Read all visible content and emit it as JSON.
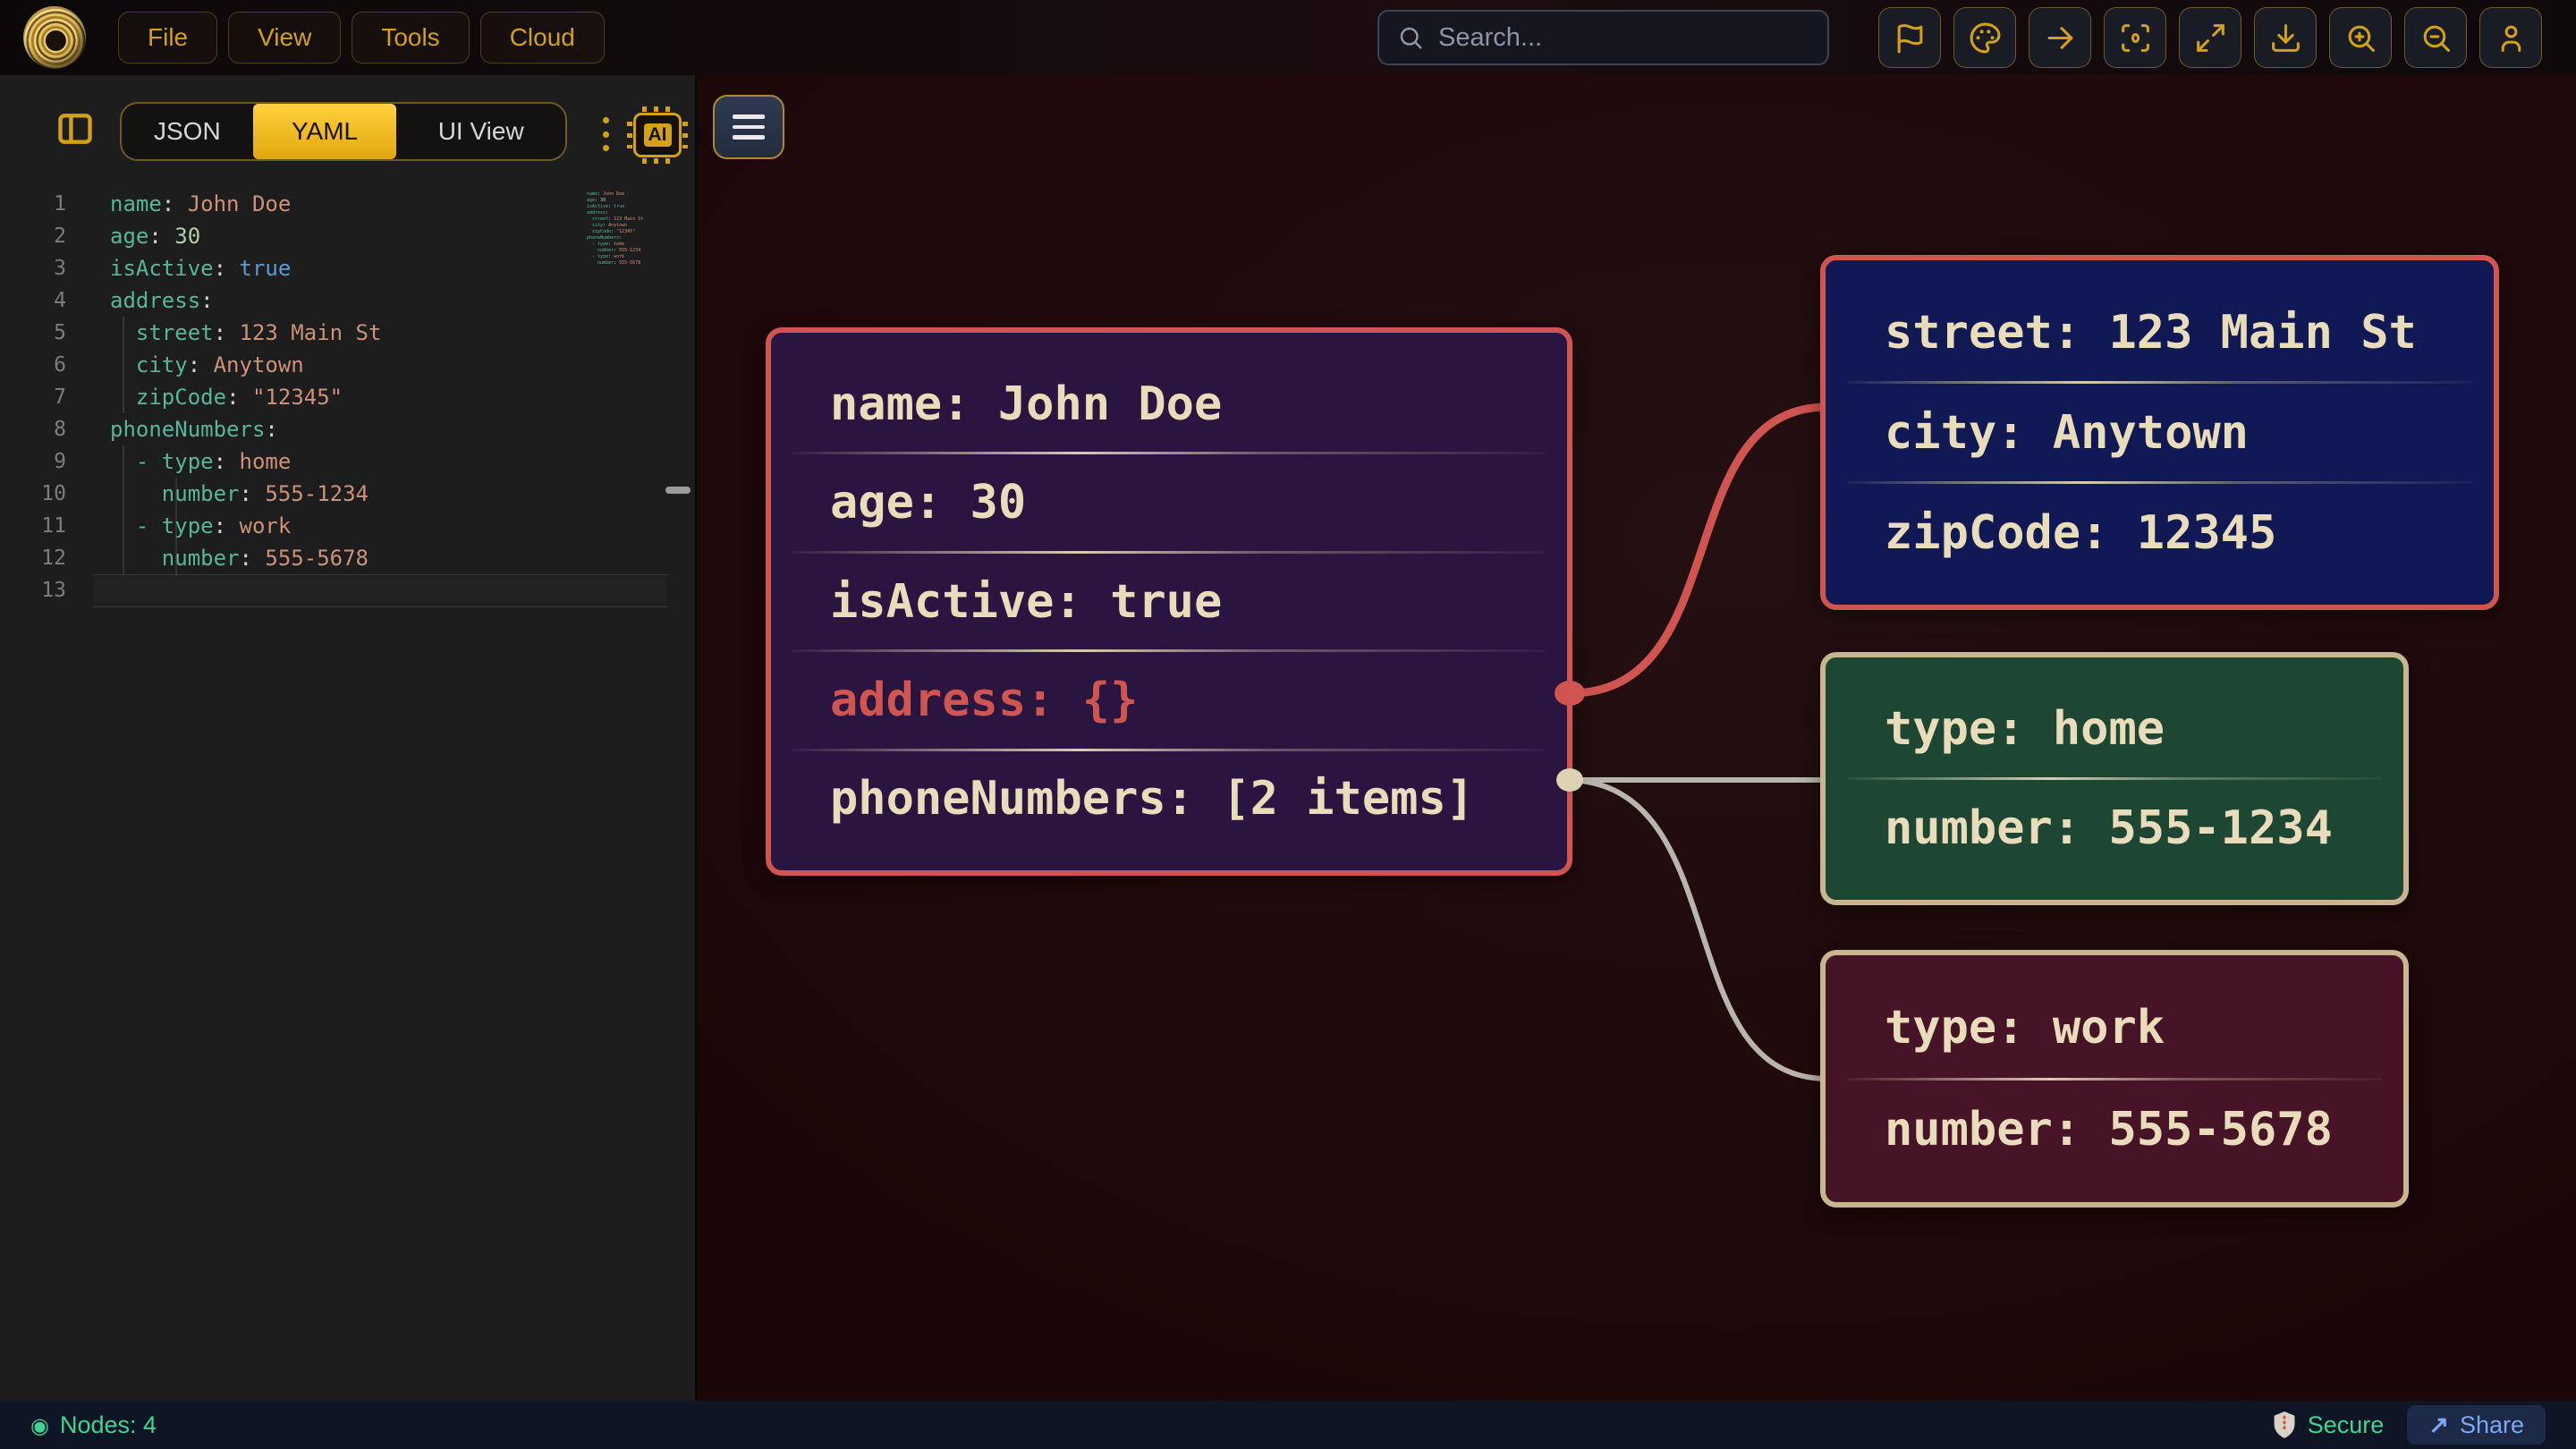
{
  "topbar": {
    "logo_icon": "gold-rings-logo",
    "menu": [
      {
        "label": "File"
      },
      {
        "label": "View"
      },
      {
        "label": "Tools"
      },
      {
        "label": "Cloud"
      }
    ],
    "search": {
      "placeholder": "Search...",
      "icon": "search-icon"
    },
    "actions": [
      {
        "name": "flag-icon"
      },
      {
        "name": "palette-icon"
      },
      {
        "name": "arrow-right-icon"
      },
      {
        "name": "focus-center-icon"
      },
      {
        "name": "expand-icon"
      },
      {
        "name": "download-icon"
      },
      {
        "name": "zoom-in-icon"
      },
      {
        "name": "zoom-out-icon"
      },
      {
        "name": "user-icon"
      }
    ]
  },
  "editor": {
    "panel_toggle_icon": "panel-left-icon",
    "menu_dots_icon": "kebab-menu-icon",
    "ai_label": "AI",
    "tabs": [
      {
        "label": "JSON",
        "active": false
      },
      {
        "label": "YAML",
        "active": true
      },
      {
        "label": "UI View",
        "active": false
      }
    ],
    "lines": [
      {
        "num": "1",
        "tokens": [
          [
            "key",
            "name"
          ],
          [
            "punct",
            ":"
          ],
          [
            "str",
            " John Doe"
          ]
        ]
      },
      {
        "num": "2",
        "tokens": [
          [
            "key",
            "age"
          ],
          [
            "punct",
            ":"
          ],
          [
            "num",
            " 30"
          ]
        ]
      },
      {
        "num": "3",
        "tokens": [
          [
            "key",
            "isActive"
          ],
          [
            "punct",
            ":"
          ],
          [
            "bool",
            " true"
          ]
        ]
      },
      {
        "num": "4",
        "tokens": [
          [
            "key",
            "address"
          ],
          [
            "punct",
            ":"
          ]
        ]
      },
      {
        "num": "5",
        "tokens": [
          [
            "punct",
            "  "
          ],
          [
            "key",
            "street"
          ],
          [
            "punct",
            ":"
          ],
          [
            "str",
            " 123 Main St"
          ]
        ]
      },
      {
        "num": "6",
        "tokens": [
          [
            "punct",
            "  "
          ],
          [
            "key",
            "city"
          ],
          [
            "punct",
            ":"
          ],
          [
            "str",
            " Anytown"
          ]
        ]
      },
      {
        "num": "7",
        "tokens": [
          [
            "punct",
            "  "
          ],
          [
            "key",
            "zipCode"
          ],
          [
            "punct",
            ":"
          ],
          [
            "str",
            " \"12345\""
          ]
        ]
      },
      {
        "num": "8",
        "tokens": [
          [
            "key",
            "phoneNumbers"
          ],
          [
            "punct",
            ":"
          ]
        ]
      },
      {
        "num": "9",
        "tokens": [
          [
            "punct",
            "  "
          ],
          [
            "key",
            "- type"
          ],
          [
            "punct",
            ":"
          ],
          [
            "str",
            " home"
          ]
        ]
      },
      {
        "num": "10",
        "tokens": [
          [
            "punct",
            "    "
          ],
          [
            "key",
            "number"
          ],
          [
            "punct",
            ":"
          ],
          [
            "str",
            " 555-1234"
          ]
        ]
      },
      {
        "num": "11",
        "tokens": [
          [
            "punct",
            "  "
          ],
          [
            "key",
            "- type"
          ],
          [
            "punct",
            ":"
          ],
          [
            "str",
            " work"
          ]
        ]
      },
      {
        "num": "12",
        "tokens": [
          [
            "punct",
            "    "
          ],
          [
            "key",
            "number"
          ],
          [
            "punct",
            ":"
          ],
          [
            "str",
            " 555-5678"
          ]
        ]
      },
      {
        "num": "13",
        "tokens": []
      }
    ]
  },
  "graph": {
    "nodes": [
      {
        "id": "root",
        "theme": "purple",
        "rows": [
          {
            "text": "name: John Doe"
          },
          {
            "text": "age: 30"
          },
          {
            "text": "isActive: true"
          },
          {
            "text": "address: {}",
            "accent": true
          },
          {
            "text": "phoneNumbers: [2 items]"
          }
        ]
      },
      {
        "id": "address",
        "theme": "blue",
        "rows": [
          {
            "text": "street: 123 Main St"
          },
          {
            "text": "city: Anytown"
          },
          {
            "text": "zipCode: 12345"
          }
        ]
      },
      {
        "id": "phone-0",
        "theme": "green",
        "rows": [
          {
            "text": "type: home"
          },
          {
            "text": "number: 555-1234"
          }
        ]
      },
      {
        "id": "phone-1",
        "theme": "maroon",
        "rows": [
          {
            "text": "type: work"
          },
          {
            "text": "number: 555-5678"
          }
        ]
      }
    ]
  },
  "statusbar": {
    "nodes_icon": "target-icon",
    "nodes_label": "Nodes: 4",
    "secure_icon": "shield-icon",
    "secure_label": "Secure",
    "share_icon": "arrow-up-right-icon",
    "share_label": "Share"
  },
  "colors": {
    "gold": "#d2a019",
    "tab_active_top": "#ffd23e",
    "tab_active_bottom": "#e2a60e",
    "node_text": "#e9dcba",
    "node_red_border": "#d05450",
    "node_tan_border": "#c9b58e",
    "node_purple_bg": "#2a1540",
    "node_blue_bg": "#111955",
    "node_green_bg": "#1e4733",
    "node_maroon_bg": "#471326",
    "edge_red": "#d05450",
    "edge_grey": "#b9b5ad",
    "dot_cream": "#dfd2b2",
    "status_green": "#42d392",
    "share_blue": "#7ea7f2",
    "syntax": {
      "key": "#54b79c",
      "string": "#ce9178",
      "number": "#b5cea8",
      "boolean": "#569cd6",
      "punct": "#d4d4d4",
      "line_number": "#7d7d7d"
    }
  }
}
